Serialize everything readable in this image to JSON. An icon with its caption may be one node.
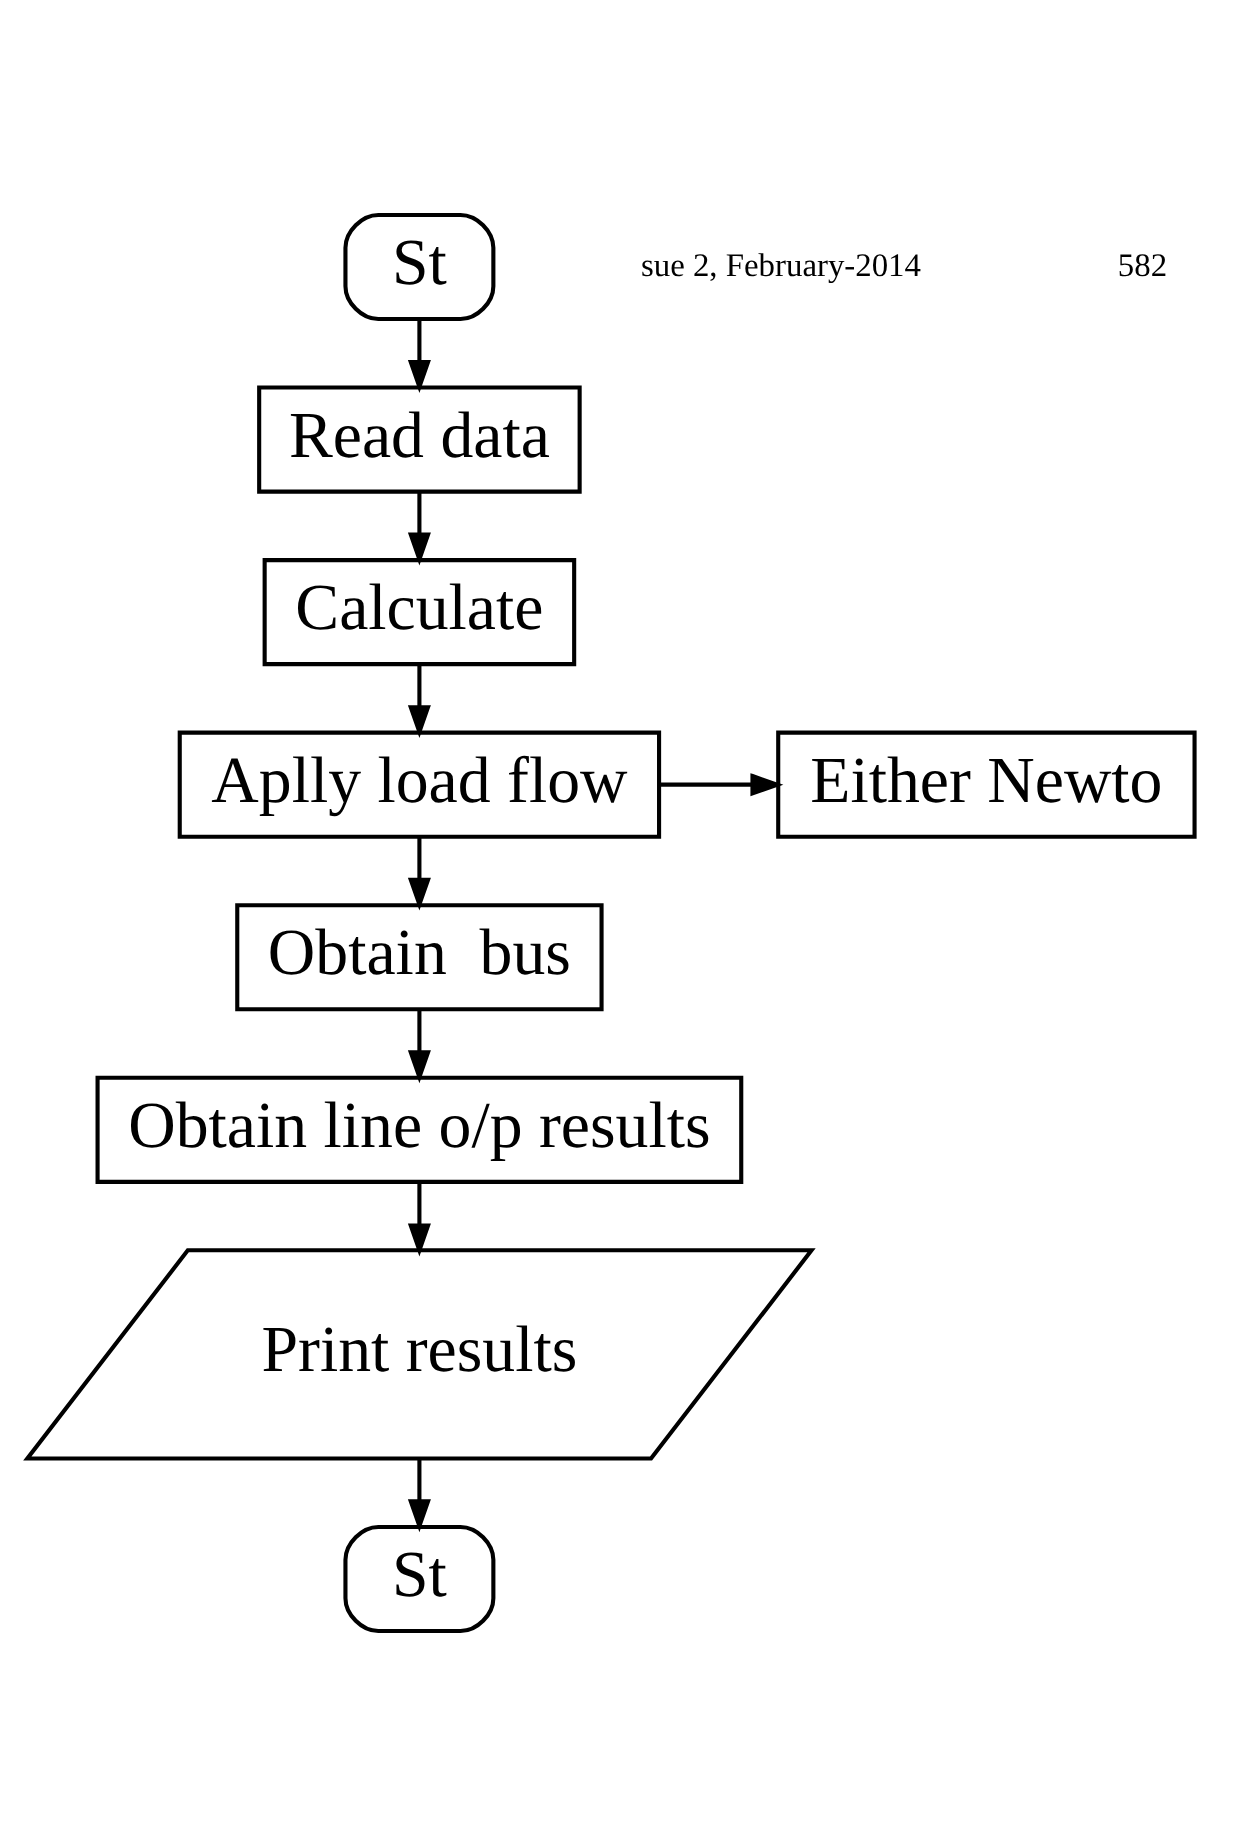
{
  "diagram": {
    "nodes": [
      {
        "text": [
          "St"
        ]
      },
      {
        "text": [
          "Read data"
        ]
      },
      {
        "text": [
          "Calculate"
        ]
      },
      {
        "text": [
          "Aplly load flow"
        ]
      },
      {
        "text": [
          "Either Newto"
        ]
      },
      {
        "text": [
          "Obtain  bus"
        ]
      },
      {
        "text": [
          "Obtain line o/p results"
        ]
      },
      {
        "text": [
          "Print results"
        ]
      },
      {
        "text": [
          "St"
        ]
      }
    ],
    "edges": [
      {
        "from": 0,
        "to": 1,
        "arrow": "to"
      },
      {
        "from": 1,
        "to": 2,
        "arrow": "to"
      },
      {
        "from": 2,
        "to": 3,
        "arrow": "to"
      },
      {
        "from": 3,
        "to": 4,
        "arrow": "to"
      },
      {
        "from": 3,
        "to": 5,
        "arrow": "to"
      },
      {
        "from": 5,
        "to": 6,
        "arrow": "to"
      },
      {
        "from": 6,
        "to": 7,
        "arrow": "to"
      },
      {
        "from": 7,
        "to": 8,
        "arrow": "to"
      }
    ],
    "labels": [
      "sue 2, February-2014",
      "582"
    ]
  }
}
